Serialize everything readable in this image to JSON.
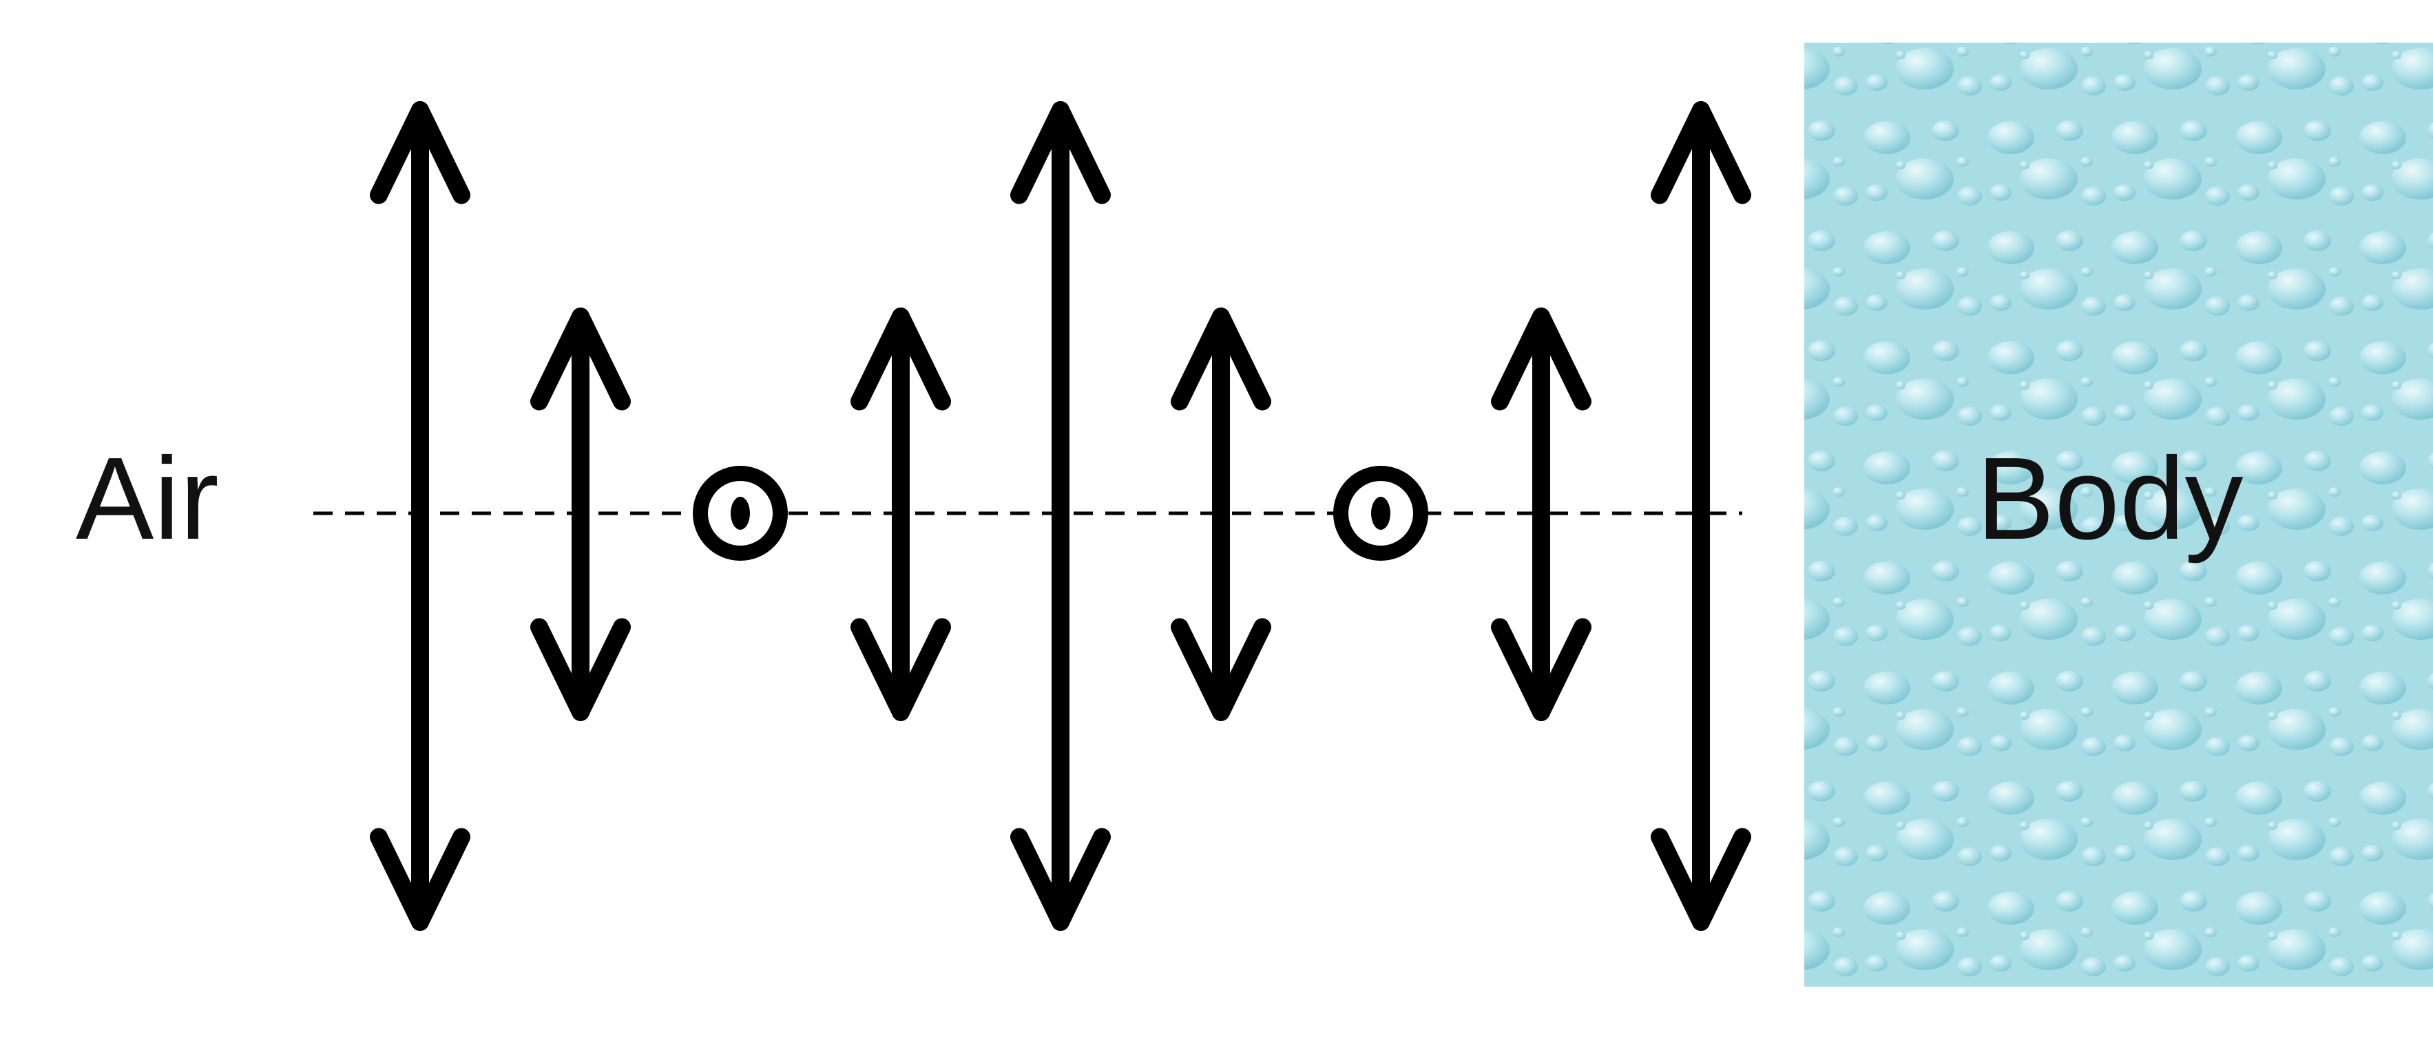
{
  "labels": {
    "left_medium": "Air",
    "right_medium": "Body"
  },
  "colors": {
    "ink": "#000000",
    "body_fill": "#a9dde6",
    "body_highlight": "#e7f8fb",
    "body_shadow": "#6cc0cf"
  },
  "wave": {
    "components": [
      {
        "kind": "arrow",
        "size": "large"
      },
      {
        "kind": "arrow",
        "size": "small"
      },
      {
        "kind": "out-of-page",
        "size": "dot"
      },
      {
        "kind": "arrow",
        "size": "small"
      },
      {
        "kind": "arrow",
        "size": "large"
      },
      {
        "kind": "arrow",
        "size": "small"
      },
      {
        "kind": "out-of-page",
        "size": "dot"
      },
      {
        "kind": "arrow",
        "size": "small"
      },
      {
        "kind": "arrow",
        "size": "large"
      }
    ]
  }
}
